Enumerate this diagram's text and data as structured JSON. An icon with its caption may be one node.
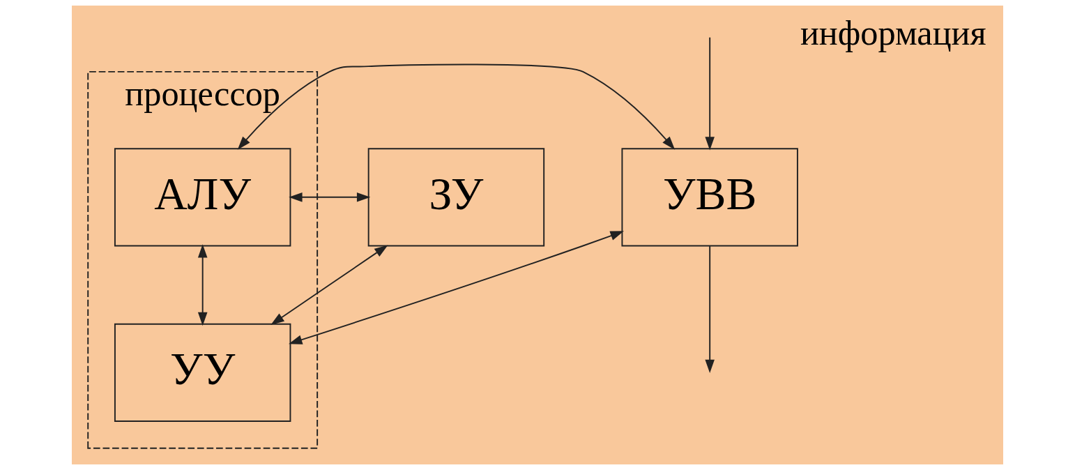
{
  "diagram": {
    "nodes": [
      {
        "text": [
          "процессор"
        ]
      },
      {
        "text": [
          "ЗУ"
        ]
      },
      {
        "text": [
          "АЛУ"
        ],
        "in": 0
      },
      {
        "text": [
          "УВВ"
        ]
      },
      {
        "text": [
          "УУ"
        ],
        "in": 0
      }
    ],
    "edges": [
      {
        "from": 1,
        "to": 2,
        "arrow": "both"
      },
      {
        "from": 2,
        "to": 3,
        "arrow": "both"
      },
      {
        "from": 2,
        "to": 4,
        "arrow": "both"
      },
      {
        "from": 1,
        "to": 4,
        "arrow": "both"
      },
      {
        "from": 3,
        "to": 4,
        "arrow": "both"
      },
      {
        "from": 3,
        "to": null,
        "arrow": "to"
      },
      {
        "from": null,
        "to": 3,
        "arrow": "to"
      }
    ],
    "labels": [
      "информация"
    ]
  }
}
